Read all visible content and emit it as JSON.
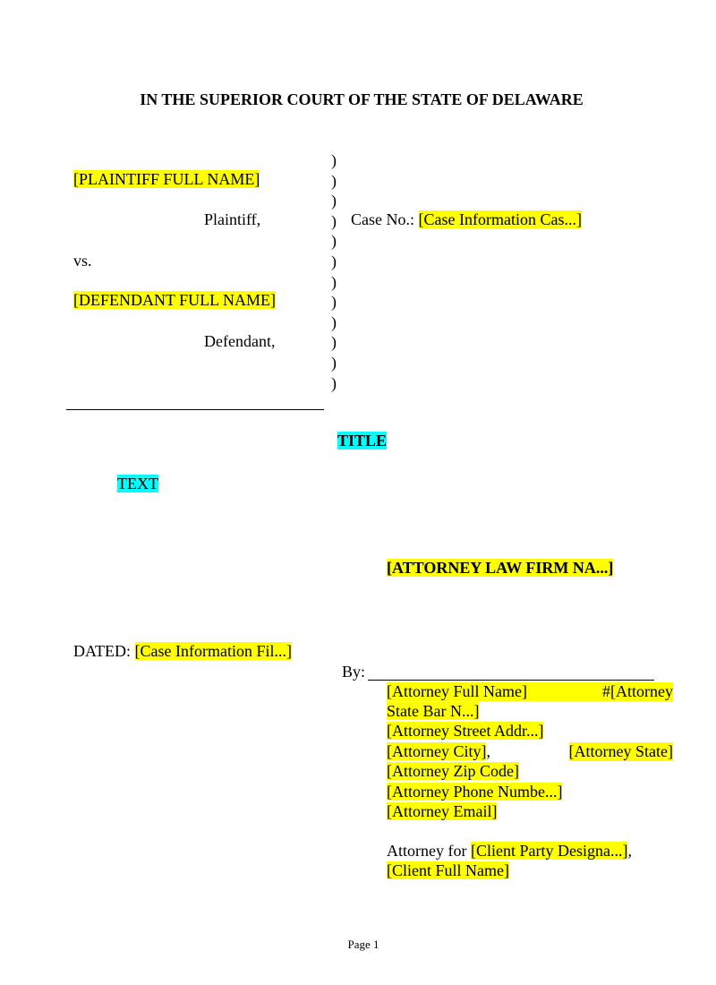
{
  "court_title": "IN THE SUPERIOR COURT OF THE STATE OF DELAWARE",
  "caption": {
    "plaintiff_name": "[PLAINTIFF FULL NAME]",
    "plaintiff_label": "Plaintiff,",
    "vs": "vs.",
    "defendant_name": "[DEFENDANT FULL NAME]",
    "defendant_label": "Defendant,",
    "paren": ")",
    "case_no_label": "Case No.:",
    "case_no_value": "[Case Information Cas...]"
  },
  "title": "TITLE",
  "text": "TEXT",
  "law_firm": "[ATTORNEY LAW FIRM NA...]",
  "dated": {
    "label": "DATED:",
    "value": "[Case Information Fil...]"
  },
  "signature": {
    "by_label": "By:",
    "attorney_name": "[Attorney Full Name]",
    "bar_prefix": "#[Attorney",
    "bar_rest": "State Bar N...]",
    "street": "[Attorney Street Addr...]",
    "city": "[Attorney City]",
    "comma": ",",
    "state": "[Attorney State]",
    "zip": "[Attorney Zip Code]",
    "phone": "[Attorney Phone Numbe...]",
    "email": "[Attorney Email]",
    "attorney_for_label": "Attorney for",
    "client_party": "[Client Party Designa...]",
    "client_comma": ",",
    "client_name": "[Client Full Name]"
  },
  "footer": {
    "page": "Page 1"
  }
}
